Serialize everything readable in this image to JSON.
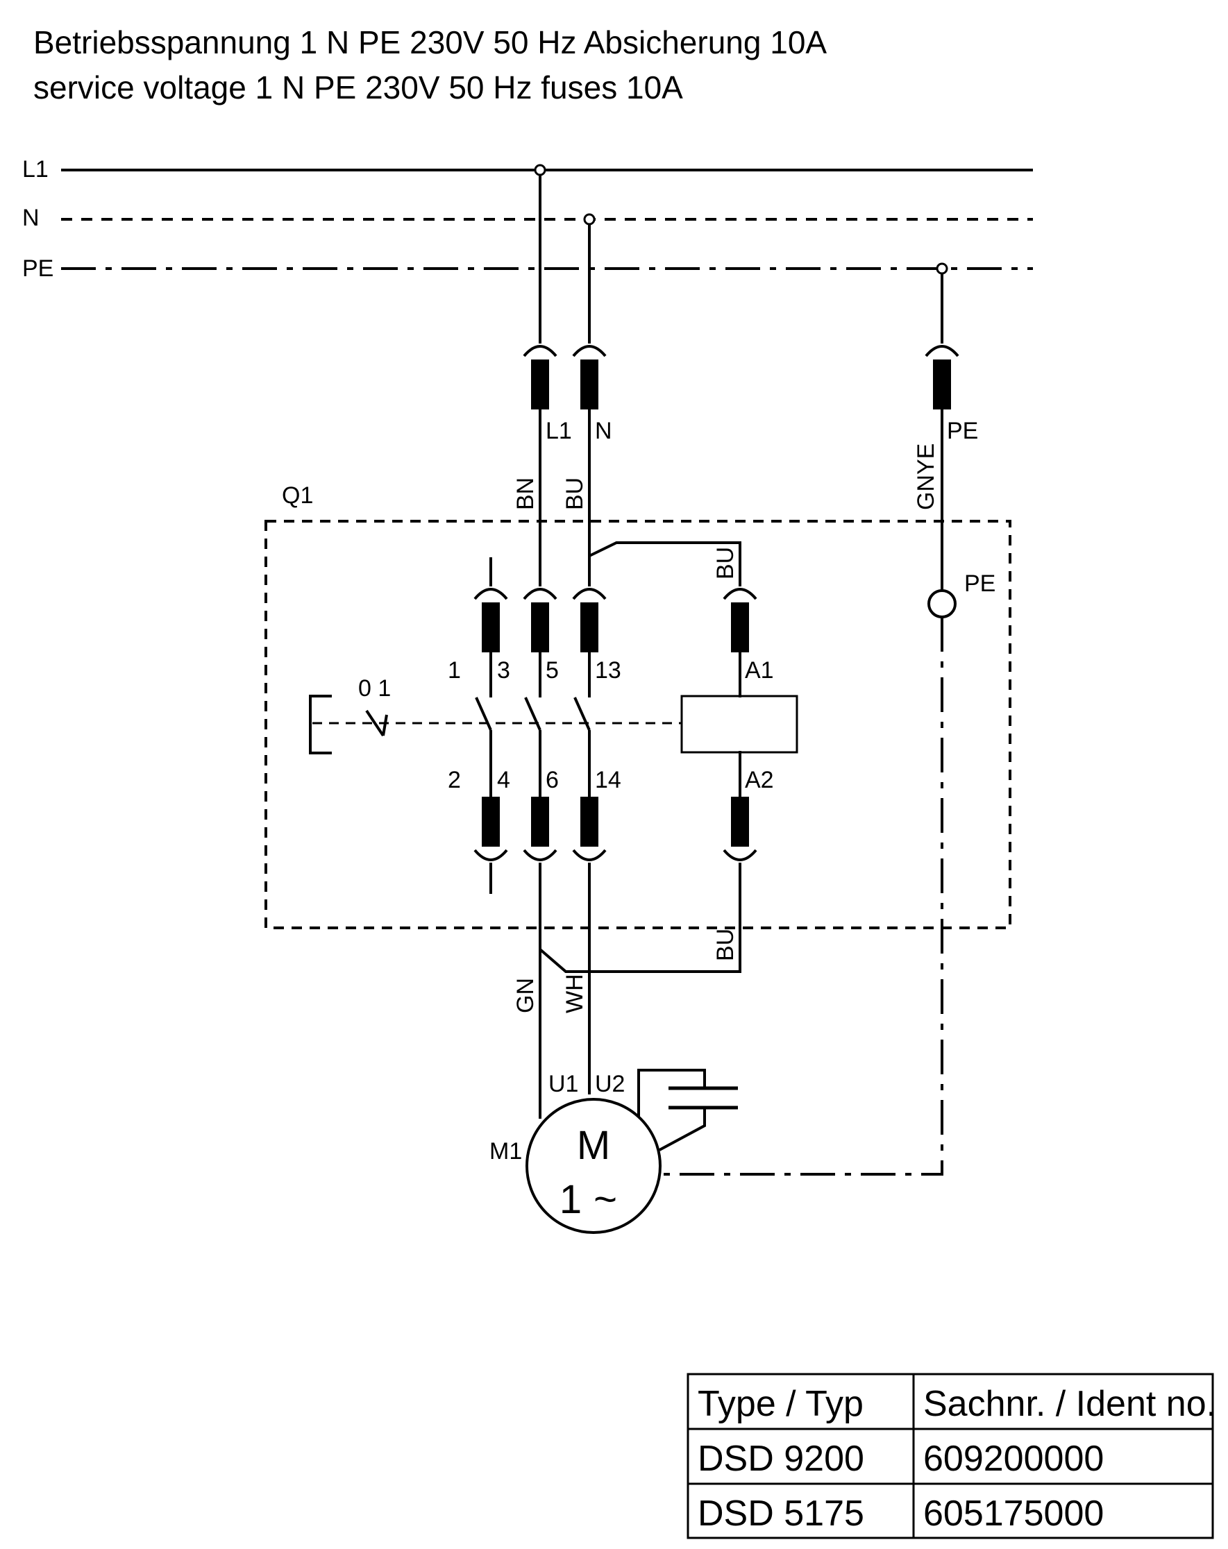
{
  "header": {
    "line_de": "Betriebsspannung 1 N PE 230V 50 Hz Absicherung 10A",
    "line_en": "service voltage 1 N PE 230V 50 Hz fuses 10A"
  },
  "bus": {
    "l1": "L1",
    "n": "N",
    "pe": "PE"
  },
  "supply_terminals": {
    "l1": "L1",
    "n": "N",
    "pe": "PE"
  },
  "wire_colors": {
    "l1_in": "BN",
    "n_in": "BU",
    "pe_in": "GNYE",
    "coil_a1": "BU",
    "coil_a2": "BU",
    "motor_u1": "GN",
    "motor_u2": "WH"
  },
  "switch": {
    "name": "Q1",
    "positions": "0 1",
    "terminals_top": [
      "1",
      "3",
      "5",
      "13"
    ],
    "terminals_bottom": [
      "2",
      "4",
      "6",
      "14"
    ],
    "coil_top": "A1",
    "coil_bottom": "A2",
    "pe_terminal": "PE"
  },
  "motor": {
    "name": "M1",
    "symbol": "M",
    "phase": "1",
    "wave": "~",
    "terminal_u1": "U1",
    "terminal_u2": "U2"
  },
  "table": {
    "headers": [
      "Type / Typ",
      "Sachnr. / Ident no."
    ],
    "rows": [
      [
        "DSD 9200",
        "609200000"
      ],
      [
        "DSD 5175",
        "605175000"
      ]
    ]
  }
}
